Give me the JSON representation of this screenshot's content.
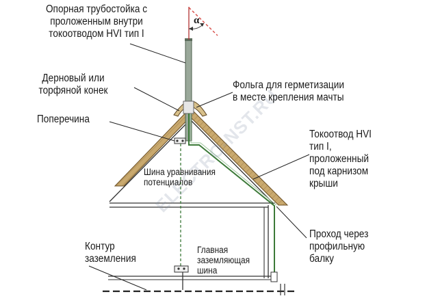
{
  "labels": {
    "mast": [
      "Опорная трубостойка с",
      "проложенным внутри",
      "токоотводом HVI тип I"
    ],
    "ridge": [
      "Дерновый или",
      "торфяной конек"
    ],
    "foil": [
      "Фольга для герметизации",
      "в месте крепления мачты"
    ],
    "crossbar": "Поперечина",
    "hvi_conductor": [
      "Токоотвод HVI",
      "тип I,",
      "проложенный",
      "под карнизом",
      "крыши"
    ],
    "equipotential_bus": [
      "Шина уравнивания",
      "потенциалов"
    ],
    "pass_through": [
      "Проход через",
      "профильную",
      "балку"
    ],
    "earth_loop": [
      "Контур",
      "заземления"
    ],
    "main_earth_bus": [
      "Главная",
      "заземляющая",
      "шина"
    ]
  },
  "angle_symbol": "α",
  "watermark": "ELECTRO-NST.RU",
  "colors": {
    "roof": "#c9a96e",
    "roof_dark": "#7a5a2e",
    "conductor": "#3c7a38",
    "mast": "#9aa89a",
    "angle": "#d9534f",
    "line": "#222222"
  }
}
